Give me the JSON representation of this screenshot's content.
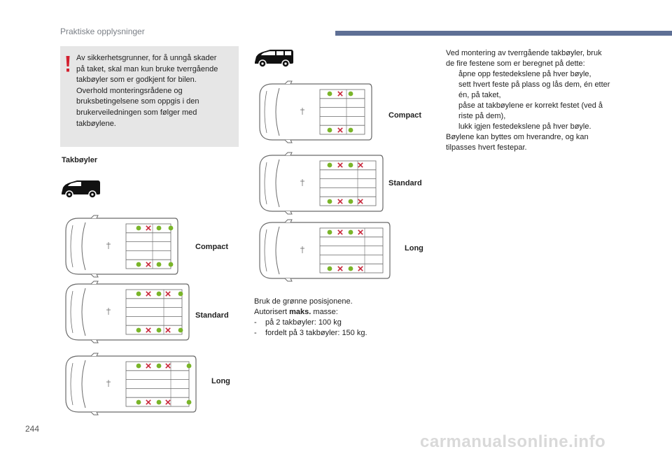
{
  "header": {
    "title": "Praktiske opplysninger"
  },
  "warning": {
    "lines": [
      "Av sikkerhetsgrunner, for å unngå skader",
      "på taket, skal man kun bruke tverrgående",
      "takbøyler som er godkjent for bilen.",
      "Overhold monteringsrådene og",
      "bruksbetingelsene som oppgis i den",
      "brukerveiledningen som følger med",
      "takbøylene."
    ]
  },
  "section_title": "Takbøyler",
  "variants": {
    "compact": "Compact",
    "standard": "Standard",
    "long": "Long"
  },
  "usage": {
    "line1": "Bruk de grønne posisjonene.",
    "line2_prefix": "Autorisert ",
    "line2_bold": "maks.",
    "line2_suffix": " masse:",
    "items": [
      {
        "bullet": "-",
        "text": "på 2 takbøyler: 100 kg"
      },
      {
        "bullet": "-",
        "text": "fordelt på 3 takbøyler: 150 kg."
      }
    ]
  },
  "mounting": {
    "intro_lines": [
      "Ved montering av tverrgående takbøyler, bruk",
      "de fire festene som er beregnet på dette:"
    ],
    "steps": [
      {
        "bullet": "",
        "lines": [
          "åpne opp festedekslene på hver bøyle,"
        ]
      },
      {
        "bullet": "",
        "lines": [
          "sett hvert feste på plass og lås dem, én etter",
          "én, på taket,"
        ]
      },
      {
        "bullet": "",
        "lines": [
          "påse at takbøylene er korrekt festet (ved å",
          "riste på dem),"
        ]
      },
      {
        "bullet": "",
        "lines": [
          "lukk igjen festedekslene på hver bøyle."
        ]
      }
    ],
    "outro_lines": [
      "Bøylene kan byttes om hverandre, og kan",
      "tilpasses hvert festepar."
    ]
  },
  "page_number": "244",
  "watermark": "carmanualsonline.info",
  "colors": {
    "header_bar": "#5e6f95",
    "warning_bg": "#e6e6e6",
    "warning_icon": "#d3202f",
    "green": "#7ab52a",
    "red_x": "#c8263a",
    "outline": "#6a6a6a"
  }
}
